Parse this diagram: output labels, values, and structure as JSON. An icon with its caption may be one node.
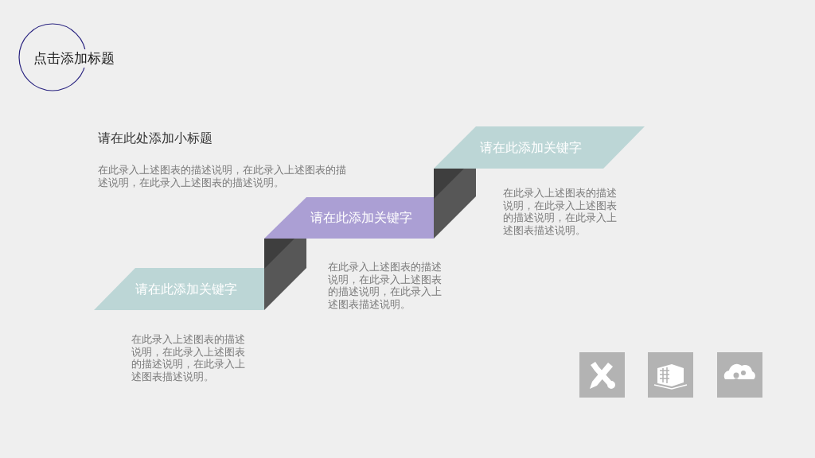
{
  "diagram": {
    "title": "点击添加标题",
    "nodes": [
      {
        "text": [
          "请在此添加关键字"
        ],
        "beside": [
          "在此录入上述图表的描述说明，在此录入上述图表的描述说明，在此录入上述图表描述说明。"
        ]
      },
      {
        "text": [
          "请在此添加关键字"
        ],
        "beside": [
          "在此录入上述图表的描述说明，在此录入上述图表的描述说明，在此录入上述图表描述说明。"
        ]
      },
      {
        "text": [
          "请在此添加关键字"
        ],
        "beside": [
          "在此录入上述图表的描述说明，在此录入上述图表的描述说明，在此录入上述图表描述说明。"
        ]
      }
    ],
    "labels": [
      "请在此处添加小标题",
      "在此录入上述图表的描述说明，在此录入上述图表的描述说明，在此录入上述图表的描述说明。"
    ]
  }
}
